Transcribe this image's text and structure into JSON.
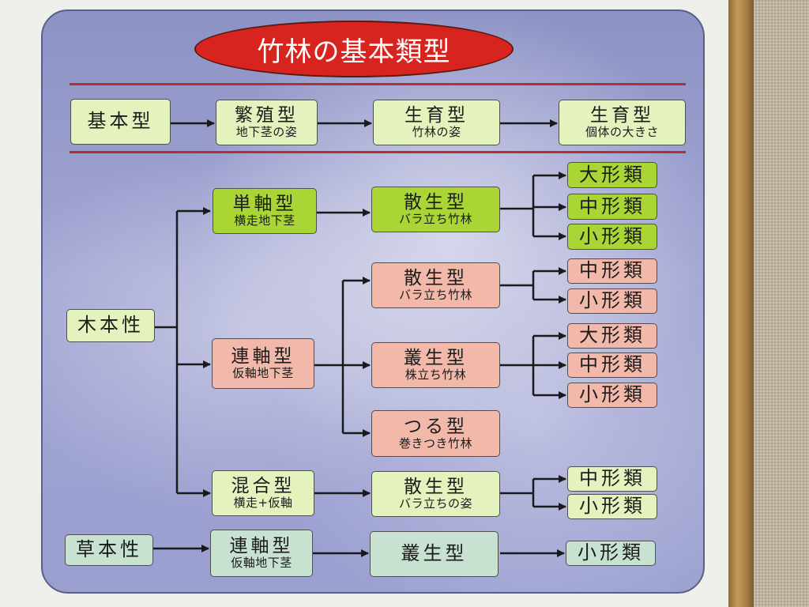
{
  "title": "竹林の基本類型",
  "header": {
    "basic": "基本型",
    "reproduction": {
      "main": "繁殖型",
      "sub": "地下茎の姿"
    },
    "growth_form": {
      "main": "生育型",
      "sub": "竹林の姿"
    },
    "growth_size": {
      "main": "生育型",
      "sub": "個体の大きさ"
    }
  },
  "woody": {
    "label": "木本性",
    "monopodial": {
      "type": {
        "main": "単軸型",
        "sub": "横走地下茎"
      },
      "growth": {
        "main": "散生型",
        "sub": "バラ立ち竹林"
      },
      "sizes": [
        "大形類",
        "中形類",
        "小形類"
      ]
    },
    "sympodial": {
      "type": {
        "main": "連軸型",
        "sub": "仮軸地下茎"
      },
      "scattered": {
        "main": "散生型",
        "sub": "バラ立ち竹林",
        "sizes": [
          "中形類",
          "小形類"
        ]
      },
      "clumped": {
        "main": "叢生型",
        "sub": "株立ち竹林",
        "sizes": [
          "大形類",
          "中形類",
          "小形類"
        ]
      },
      "vine": {
        "main": "つる型",
        "sub": "巻きつき竹林"
      }
    },
    "mixed": {
      "type": {
        "main": "混合型",
        "sub": "横走+仮軸"
      },
      "growth": {
        "main": "散生型",
        "sub": "バラ立ちの姿"
      },
      "sizes": [
        "中形類",
        "小形類"
      ]
    }
  },
  "herbaceous": {
    "label": "草本性",
    "type": {
      "main": "連軸型",
      "sub": "仮軸地下茎"
    },
    "growth": "叢生型",
    "size": "小形類"
  },
  "colors": {
    "title_fill": "#d8241e",
    "pale_green": "#e4f2bd",
    "green": "#a9d634",
    "pink": "#f2b8aa",
    "teal": "#c7e2d1",
    "divider": "#b43030"
  }
}
